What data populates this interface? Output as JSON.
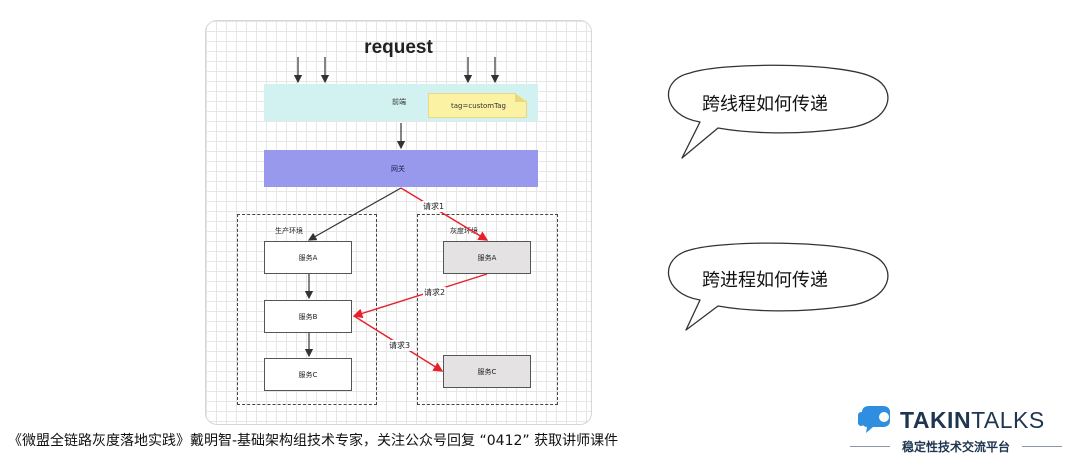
{
  "diagram": {
    "title": "request",
    "frontend": {
      "label": "前端",
      "note": "tag=customTag"
    },
    "gateway": {
      "label": "网关"
    },
    "prod_env": {
      "label": "生产环境",
      "services": [
        "服务A",
        "服务B",
        "服务C"
      ]
    },
    "gray_env": {
      "label": "灰度环境",
      "services": [
        "服务A",
        "服务C"
      ]
    },
    "requests": [
      "请求1",
      "请求2",
      "请求3"
    ],
    "colors": {
      "request_arrow": "#e8202a",
      "normal_arrow": "#333333",
      "frontend": "#d2f2f2",
      "gateway": "#9898ec",
      "note": "#fbf2a4"
    }
  },
  "callouts": [
    "跨线程如何传递",
    "跨进程如何传递"
  ],
  "footer": "《微盟全链路灰度落地实践》戴明智-基础架构组技术专家，关注公众号回复 “0412” 获取讲师课件",
  "brand": {
    "name_bold": "TAKIN",
    "name_light": "TALKS",
    "subtitle": "稳定性技术交流平台",
    "icon": "speech-bubble-logo-icon",
    "color": "#1f3550",
    "icon_color": "#2f8ee0"
  }
}
